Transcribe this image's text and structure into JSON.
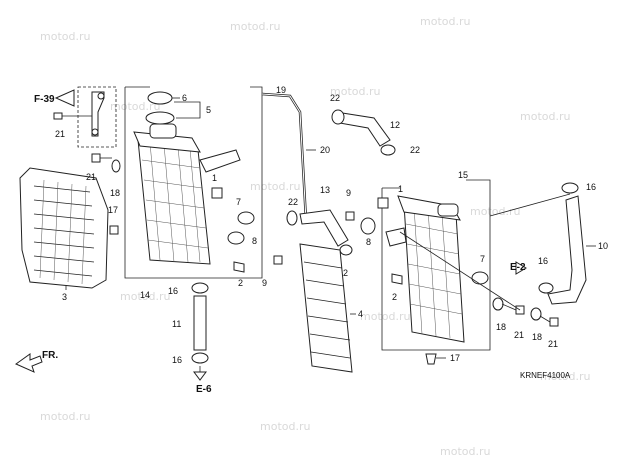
{
  "diagram": {
    "code": "KRNEF4100A",
    "watermark": "motod.ru",
    "labels": {
      "l1a": "1",
      "l1b": "1",
      "l2a": "2",
      "l2b": "2",
      "l3": "3",
      "l4": "4",
      "l5": "5",
      "l6": "6",
      "l7a": "7",
      "l7b": "7",
      "l8a": "8",
      "l8b": "8",
      "l9a": "9",
      "l9b": "9",
      "l10": "10",
      "l11": "11",
      "l12": "12",
      "l13": "13",
      "l14": "14",
      "l15": "15",
      "l16a": "16",
      "l16b": "16",
      "l16c": "16",
      "l16d": "16",
      "l17a": "17",
      "l17b": "17",
      "l18a": "18",
      "l18b": "18",
      "l18c": "18",
      "l19": "19",
      "l20": "20",
      "l21a": "21",
      "l21b": "21",
      "l21c": "21",
      "l21d": "21",
      "l22a": "22",
      "l22b": "22",
      "l22c": "22",
      "l22d": "22"
    },
    "refs": {
      "f39": "F-39",
      "e2": "E-2",
      "e6": "E-6",
      "fr": "FR."
    }
  }
}
